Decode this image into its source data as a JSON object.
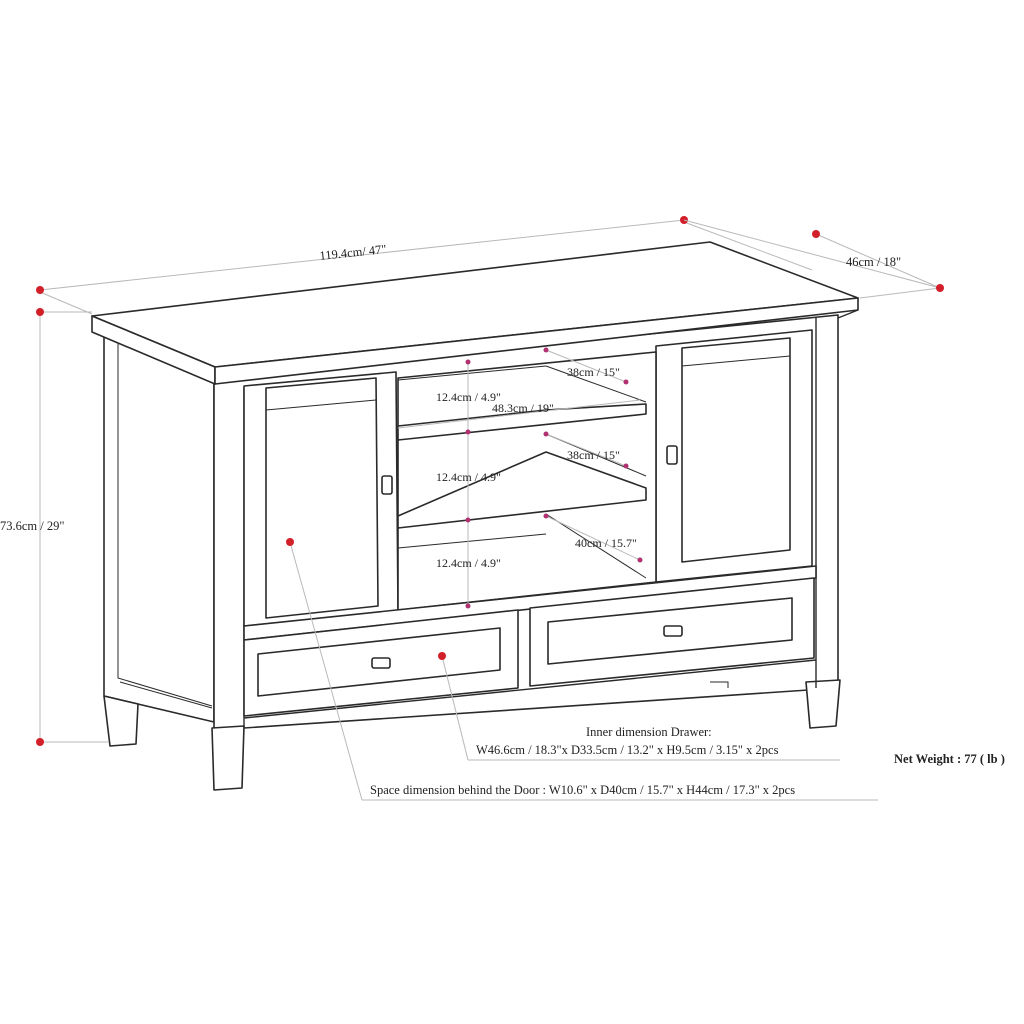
{
  "dimensions": {
    "width": "119.4cm/ 47\"",
    "depth": "46cm / 18\"",
    "height": "73.6cm / 29\"",
    "shelf_gap_top": "12.4cm / 4.9\"",
    "shelf_gap_middle": "12.4cm / 4.9\"",
    "shelf_gap_bottom": "12.4cm / 4.9\"",
    "shelf_width": "48.3cm / 19\"",
    "shelf_depth_top": "38cm / 15\"",
    "shelf_depth_middle": "38cm / 15\"",
    "shelf_depth_bottom": "40cm / 15.7\""
  },
  "drawer_note": {
    "title": "Inner dimension Drawer:",
    "text": "W46.6cm / 18.3\"x D33.5cm / 13.2\" x H9.5cm / 3.15\" x 2pcs"
  },
  "door_note": {
    "text": "Space dimension behind the Door  : W10.6\" x D40cm / 15.7\" x H44cm / 17.3\" x 2pcs"
  },
  "net_weight": "Net Weight : 77 ( lb )",
  "colors": {
    "outline": "#2a2a2a",
    "dimension_dot": "#d21f2a",
    "shelf_marker": "#b03070"
  }
}
